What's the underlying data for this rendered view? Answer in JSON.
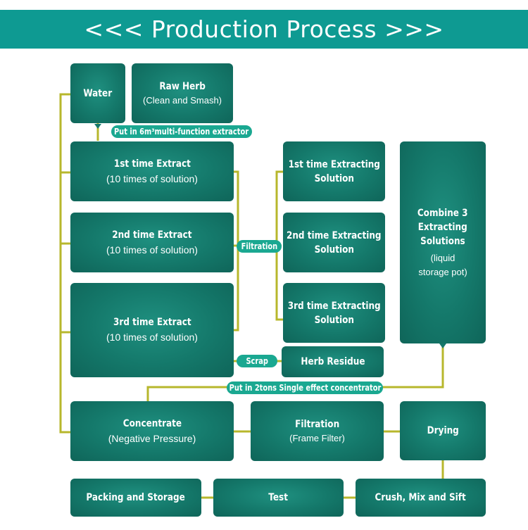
{
  "header": {
    "title": "<<<  Production Process  >>>"
  },
  "colors": {
    "header": "#0e9a92",
    "box": "#14786a",
    "line": "#b7b72c",
    "pill": "#1aa891"
  },
  "boxes": {
    "water": {
      "title": "Water"
    },
    "raw_herb": {
      "title": "Raw Herb",
      "sub": "(Clean and Smash)"
    },
    "extract1": {
      "title": "1st time Extract",
      "sub": "(10 times of solution)"
    },
    "extract2": {
      "title": "2nd time Extract",
      "sub": "(10 times of solution)"
    },
    "extract3": {
      "title": "3rd time Extract",
      "sub": "(10 times of solution)"
    },
    "solution1": {
      "line1": "1st time Extracting",
      "line2": "Solution"
    },
    "solution2": {
      "line1": "2nd time Extracting",
      "line2": "Solution"
    },
    "solution3": {
      "line1": "3rd time Extracting",
      "line2": "Solution"
    },
    "combine": {
      "line1": "Combine 3",
      "line2": "Extracting",
      "line3": "Solutions",
      "sub1": "(liquid",
      "sub2": "storage pot)"
    },
    "herb_residue": {
      "title": "Herb Residue"
    },
    "concentrate": {
      "title": "Concentrate",
      "sub": "(Negative   Pressure)"
    },
    "filtration_box": {
      "title": "Filtration",
      "sub": "(Frame Filter)"
    },
    "drying": {
      "title": "Drying"
    },
    "packing": {
      "title": "Packing and Storage"
    },
    "test": {
      "title": "Test"
    },
    "crush": {
      "title": "Crush, Mix and Sift"
    }
  },
  "labels": {
    "extractor": "Put in 6m³multi-function extractor",
    "filtration": "Filtration",
    "scrap": "Scrap",
    "concentrator": "Put in 2tons Single effect concentrator"
  }
}
